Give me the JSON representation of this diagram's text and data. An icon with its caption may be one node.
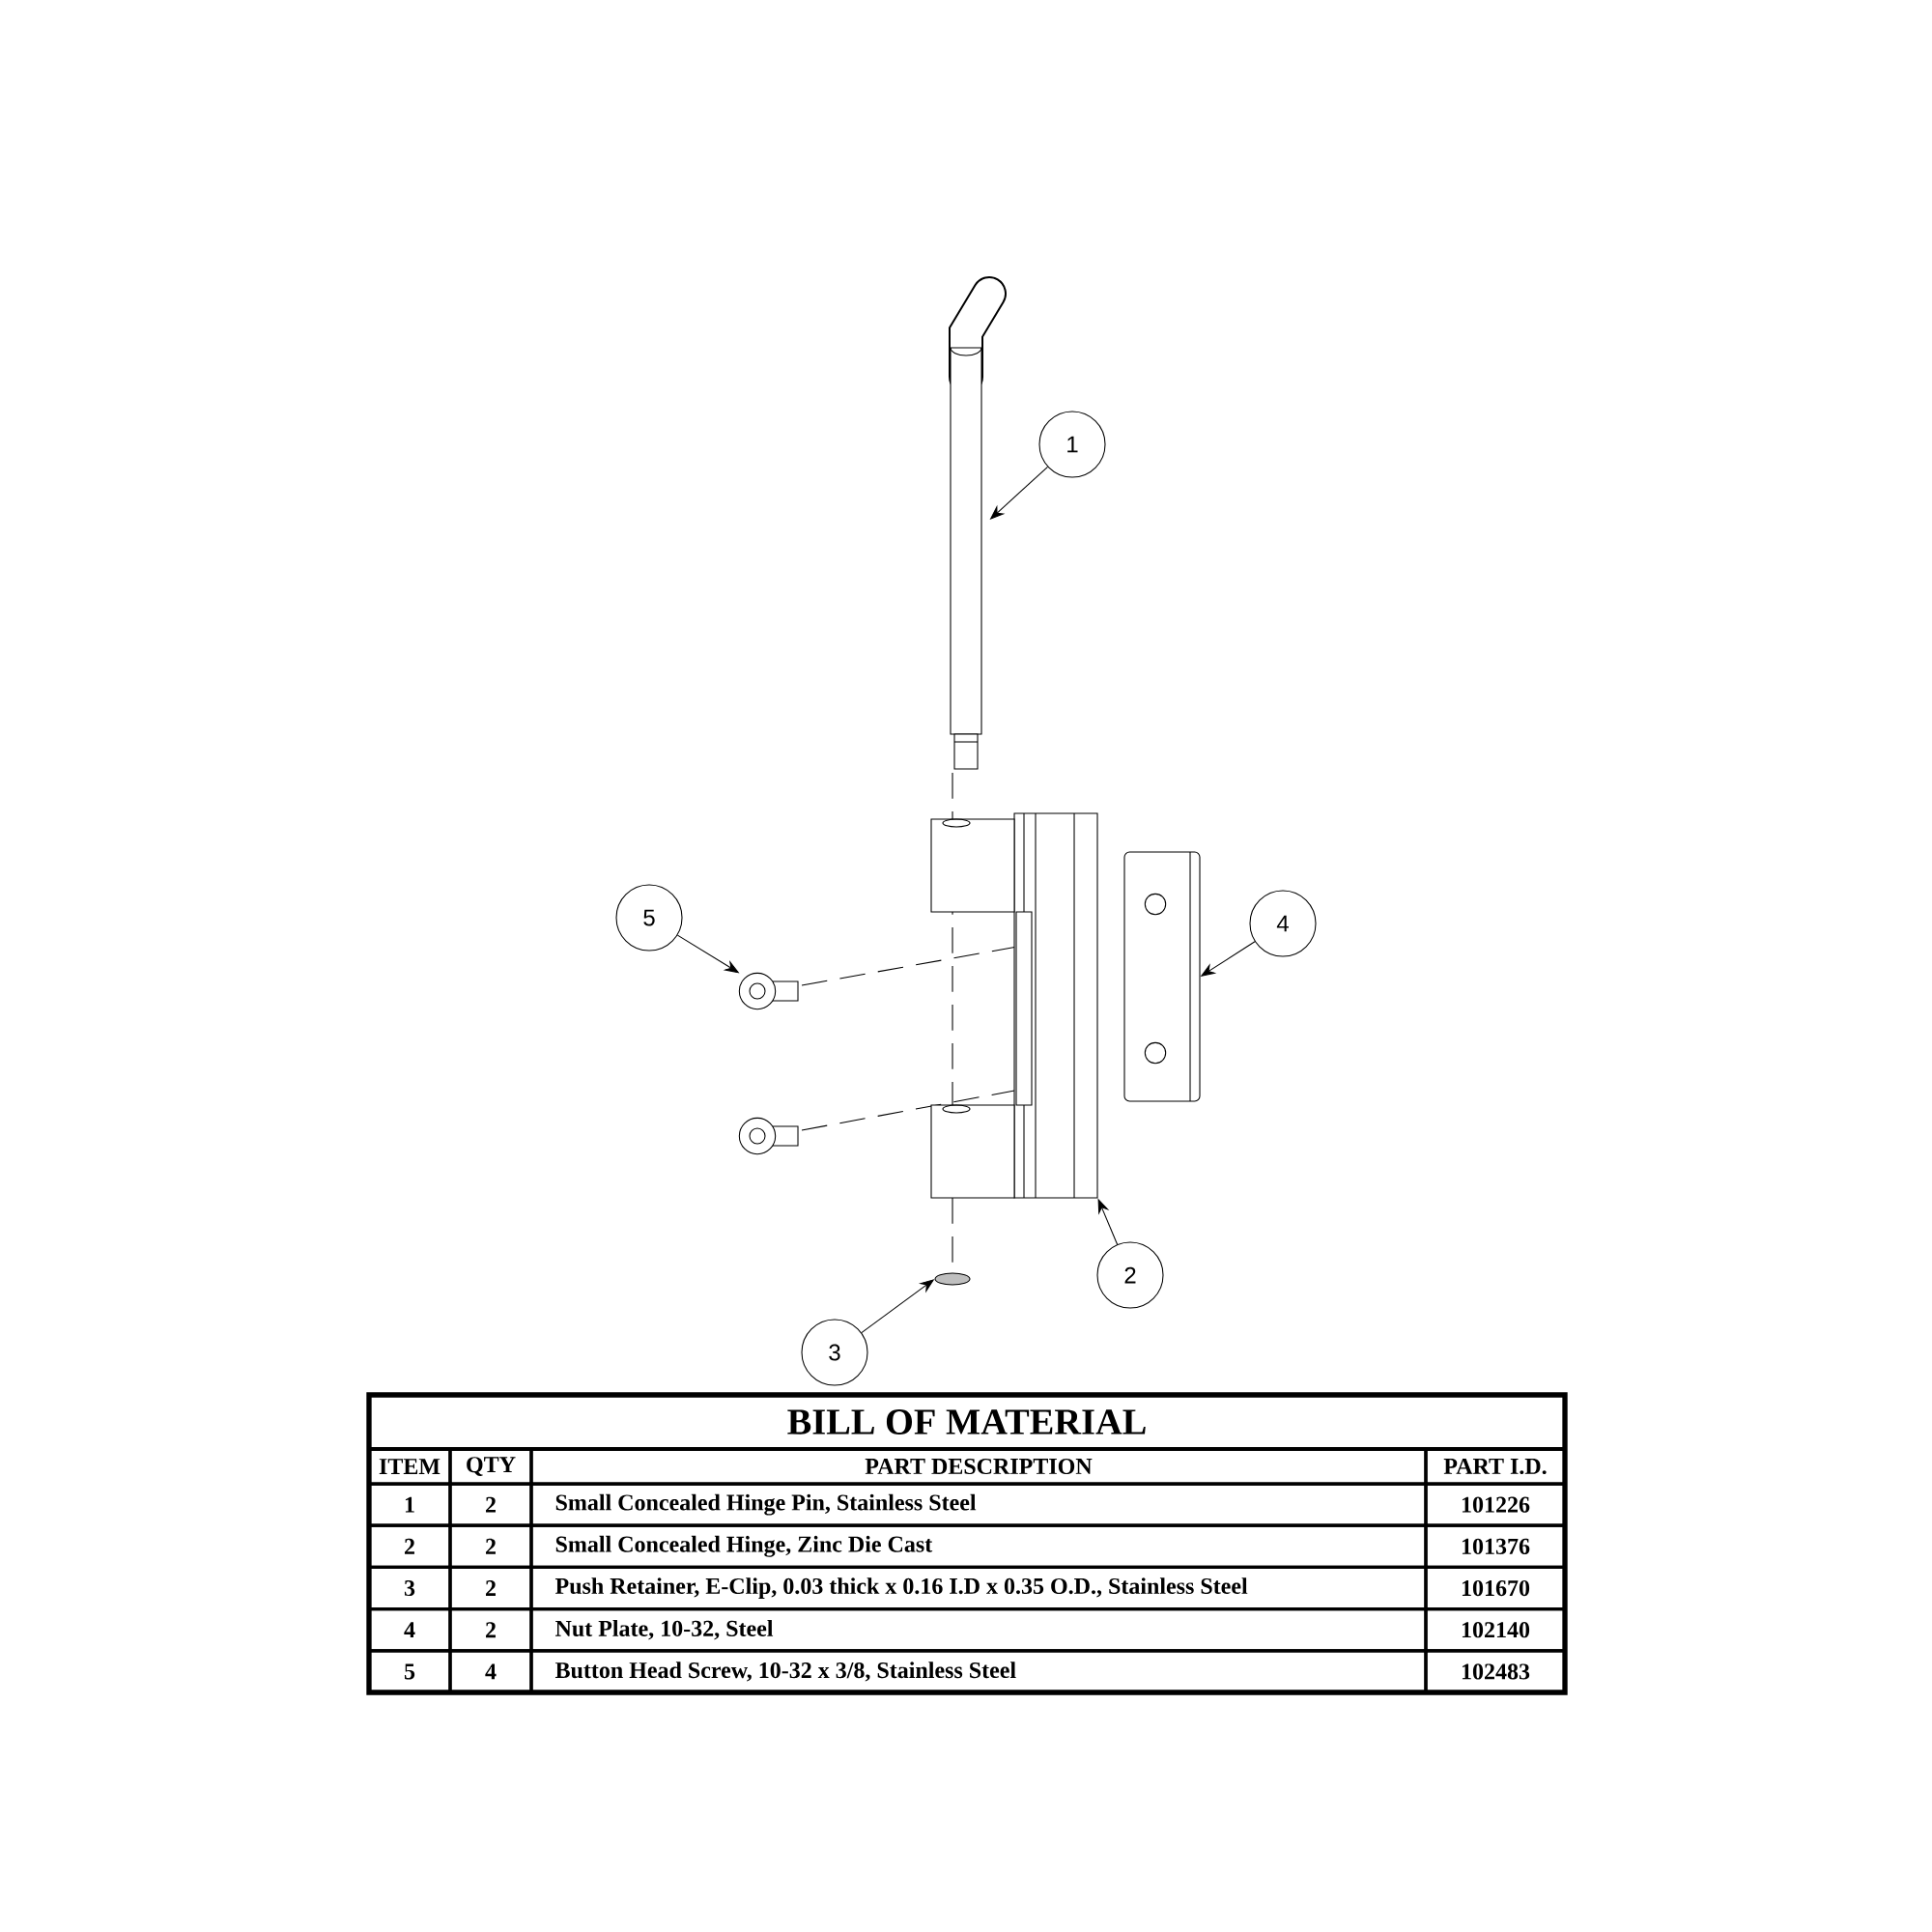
{
  "diagram": {
    "nodes": [
      {
        "text": [
          "1"
        ]
      },
      {
        "text": [
          "2"
        ]
      },
      {
        "text": [
          "3"
        ]
      },
      {
        "text": [
          "4"
        ]
      },
      {
        "text": [
          "5"
        ]
      },
      {
        "text": [],
        "shape": "picture"
      },
      {
        "text": [],
        "shape": "picture"
      },
      {
        "text": [],
        "shape": "circle"
      },
      {
        "text": [],
        "shape": "picture"
      },
      {
        "text": [],
        "shape": "picture"
      }
    ],
    "edges": [
      {
        "from": 0,
        "to": 5,
        "arrow": "to"
      },
      {
        "from": 1,
        "to": 6,
        "arrow": "to"
      },
      {
        "from": 2,
        "to": 7,
        "arrow": "to"
      },
      {
        "from": 3,
        "to": 8,
        "arrow": "to"
      },
      {
        "from": 4,
        "to": 9,
        "arrow": "to"
      }
    ],
    "labels": [
      "BILL OF MATERIAL",
      "ITEM",
      "QTY",
      "PART  DESCRIPTION",
      "PART I.D.",
      "1",
      "2",
      "Small Concealed Hinge Pin, Stainless Steel",
      "101226",
      "2",
      "2",
      "Small Concealed Hinge, Zinc Die Cast",
      "101376",
      "3",
      "2",
      "Push Retainer, E-Clip, 0.03 thick x 0.16 I.D x 0.35 O.D., Stainless Steel",
      "101670",
      "4",
      "2",
      "Nut Plate, 10-32, Steel",
      "102140",
      "5",
      "4",
      "Button Head Screw, 10-32 x 3/8, Stainless Steel",
      "102483"
    ]
  }
}
